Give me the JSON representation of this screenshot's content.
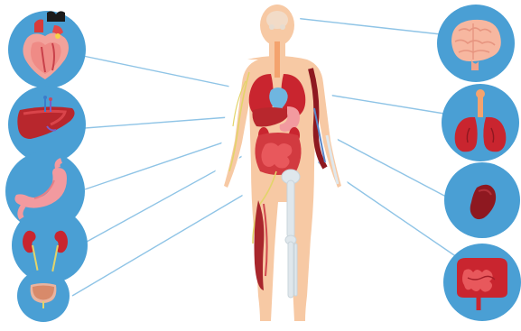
{
  "illustration": {
    "colors": {
      "background": "#ffffff",
      "circle_fill": "#4a9fd4",
      "circle_edge": "#2f86bf",
      "connector_line": "#8fc4e6",
      "skin": "#f7c9a4",
      "skin_outline": "#ffffff",
      "organ_red": "#c9252f",
      "organ_dark_red": "#8e1820",
      "liver": "#b8272d",
      "stomach": "#f29a9f",
      "brain": "#f7b7a0",
      "intestine": "#e8585c",
      "nerve_yellow": "#e3d46a",
      "bone": "#dfe7ec"
    },
    "organs_left": [
      {
        "name": "heart"
      },
      {
        "name": "liver"
      },
      {
        "name": "stomach"
      },
      {
        "name": "kidneys"
      },
      {
        "name": "bladder"
      }
    ],
    "organs_right": [
      {
        "name": "brain"
      },
      {
        "name": "lungs"
      },
      {
        "name": "spleen"
      },
      {
        "name": "intestines"
      }
    ]
  }
}
